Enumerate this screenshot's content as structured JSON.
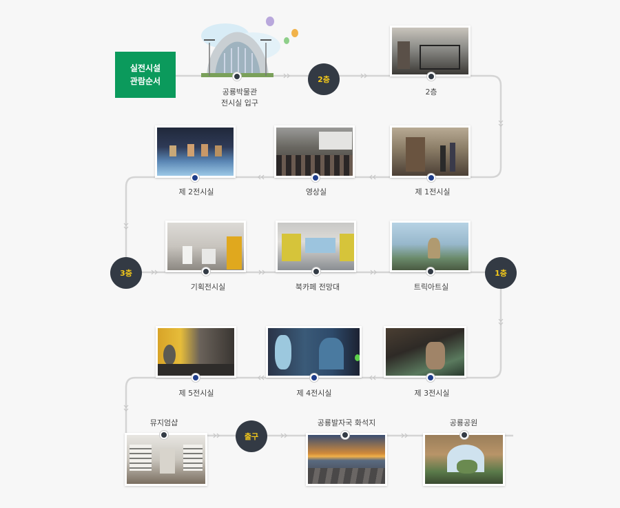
{
  "title": [
    "실전시설",
    "관람순서"
  ],
  "badges": {
    "floor2": "2층",
    "floor3": "3층",
    "floor1": "1층",
    "exit": "출구"
  },
  "labels": {
    "entrance_l1": "공룡박물관",
    "entrance_l2": "전시실 입구",
    "floor2_photo": "2층",
    "hall1": "제 1전시실",
    "theater": "영상실",
    "hall2": "제 2전시실",
    "special": "기획전시실",
    "bookcafe": "북카페 전망대",
    "trick": "트릭아트실",
    "hall3": "제 3전시실",
    "hall4": "제 4전시실",
    "hall5": "제 5전시실",
    "shop": "뮤지엄샵",
    "footprint": "공룡발자국 화석지",
    "park": "공룡공원"
  },
  "colors": {
    "title_bg": "#0b9a5c",
    "badge_bg": "#333a44",
    "badge_text": "#f3c81a",
    "line": "#d4d4d4",
    "dot_blue": "#1f3e8a"
  }
}
